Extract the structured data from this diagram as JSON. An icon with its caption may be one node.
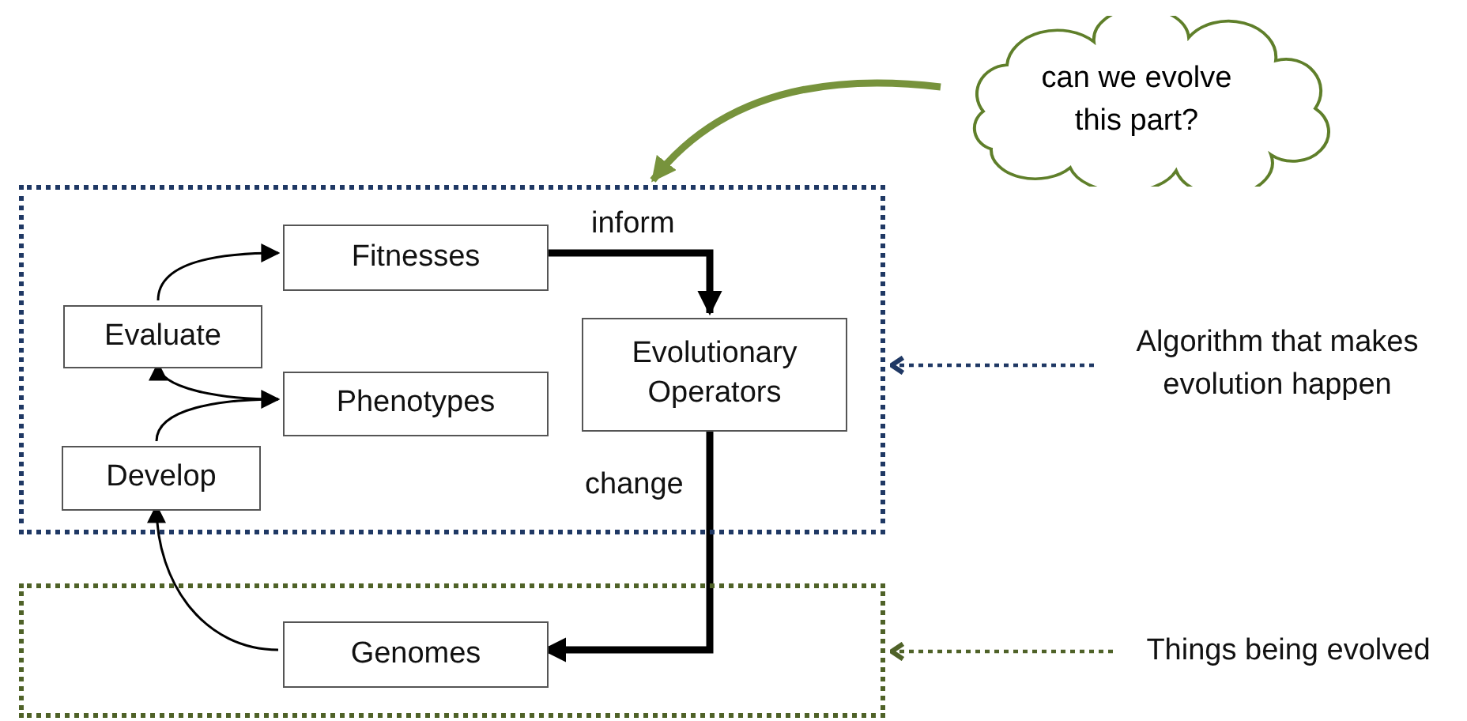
{
  "diagram": {
    "nodes": [
      {
        "text": [
          "can we evolve this part?"
        ]
      },
      {
        "text": [],
        "shape": "box"
      },
      {
        "text": [
          "Fitnesses"
        ],
        "in": 1
      },
      {
        "text": [
          "Evaluate"
        ],
        "in": 1
      },
      {
        "text": [
          "Evolutionary Operators"
        ],
        "in": 1
      },
      {
        "text": [
          "Phenotypes"
        ],
        "in": 1
      },
      {
        "text": [
          "Develop"
        ],
        "in": 1
      },
      {
        "text": [
          "Algorithm that makes evolution happen"
        ]
      },
      {
        "text": [],
        "shape": "box"
      },
      {
        "text": [
          "Genomes"
        ],
        "in": 8
      },
      {
        "text": [
          "Things being evolved"
        ]
      }
    ],
    "edges": [
      {
        "from": 0,
        "to": 1,
        "arrow": "to",
        "style": "thick",
        "color": "#77933c"
      },
      {
        "from": 3,
        "to": 2,
        "arrow": "to"
      },
      {
        "from": 5,
        "to": 3,
        "arrow": "to"
      },
      {
        "from": 6,
        "to": 5,
        "arrow": "to"
      },
      {
        "from": 2,
        "to": 4,
        "arrow": "to",
        "label": "inform",
        "style": "thick"
      },
      {
        "from": 4,
        "to": 9,
        "arrow": "to",
        "label": "change",
        "style": "thick"
      },
      {
        "from": 9,
        "to": 6,
        "arrow": "to"
      },
      {
        "from": 7,
        "to": 1,
        "arrow": "to",
        "style": "dashed",
        "color": "#1f3864"
      },
      {
        "from": 10,
        "to": 8,
        "arrow": "to",
        "style": "dashed",
        "color": "#4f6228"
      }
    ]
  }
}
